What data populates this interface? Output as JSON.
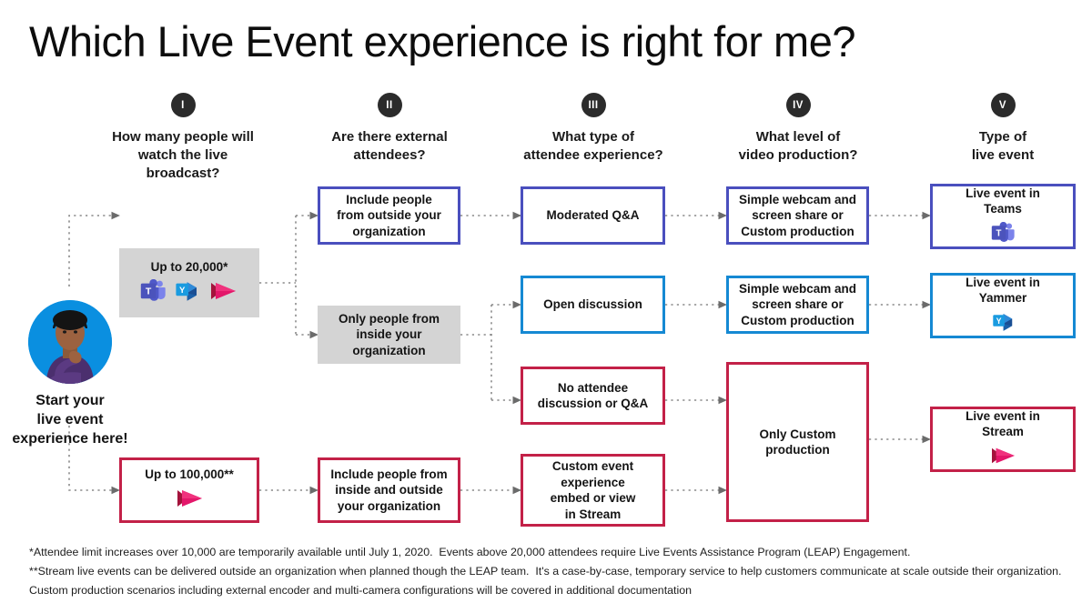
{
  "title": "Which Live Event experience is right for me?",
  "columns": [
    {
      "numeral": "I",
      "question": "How many people will\nwatch the live broadcast?"
    },
    {
      "numeral": "II",
      "question": "Are there external\nattendees?"
    },
    {
      "numeral": "III",
      "question": "What type of\nattendee experience?"
    },
    {
      "numeral": "IV",
      "question": "What level of\nvideo production?"
    },
    {
      "numeral": "V",
      "question": "Type of\nlive event"
    }
  ],
  "start": {
    "label": "Start your\nlive event\nexperience here!",
    "avatar_icon": "person-thinking-avatar"
  },
  "nodes": {
    "cap_20k": {
      "label": "Up to 20,000*",
      "style": "gray",
      "icons": [
        "teams-icon",
        "yammer-icon",
        "stream-icon"
      ]
    },
    "cap_100k": {
      "label": "Up to 100,000**",
      "style": "red",
      "icons": [
        "stream-icon"
      ]
    },
    "ext_yes": {
      "label": "Include people\nfrom outside your\norganization",
      "style": "purple"
    },
    "ext_no": {
      "label": "Only people from\ninside your\norganization",
      "style": "gray"
    },
    "ext_both": {
      "label": "Include people from\ninside and outside\nyour organization",
      "style": "red"
    },
    "exp_mod": {
      "label": "Moderated Q&A",
      "style": "purple"
    },
    "exp_open": {
      "label": "Open discussion",
      "style": "blue"
    },
    "exp_none": {
      "label": "No attendee\ndiscussion or Q&A",
      "style": "red"
    },
    "exp_custom": {
      "label": "Custom event\nexperience\nembed or view\nin Stream",
      "style": "red"
    },
    "prod_a": {
      "label": "Simple webcam and\nscreen share or\nCustom production",
      "style": "purple"
    },
    "prod_b": {
      "label": "Simple webcam and\nscreen share or\nCustom production",
      "style": "blue"
    },
    "prod_c": {
      "label": "Only Custom\nproduction",
      "style": "red"
    },
    "out_teams": {
      "label": "Live event in\nTeams",
      "style": "purple",
      "icons": [
        "teams-icon"
      ]
    },
    "out_yammer": {
      "label": "Live event in\nYammer",
      "style": "blue",
      "icons": [
        "yammer-icon"
      ]
    },
    "out_stream": {
      "label": "Live event in\nStream",
      "style": "red",
      "icons": [
        "stream-icon"
      ]
    }
  },
  "footnotes": [
    "*Attendee limit increases over 10,000 are temporarily available until July 1, 2020.  Events above 20,000 attendees require Live Events Assistance Program (LEAP) Engagement.",
    "**Stream live events can be delivered outside an organization when planned though the LEAP team.  It's a case-by-case, temporary service to help customers communicate at scale outside their organization.",
    "Custom production scenarios including external encoder and multi-camera configurations will be covered in additional documentation"
  ],
  "colors": {
    "purple": "#4A4FBE",
    "blue": "#1589D3",
    "red": "#C32148",
    "gray_fill": "#d4d4d4",
    "numeral_circle": "#2b2b2b",
    "connector": "#6b6b6b",
    "avatar_ring": "#0a8fe0"
  }
}
